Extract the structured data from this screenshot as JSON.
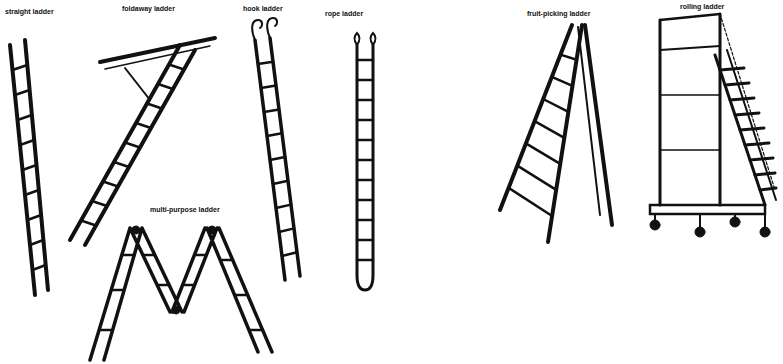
{
  "diagram": {
    "labels": [
      "straight ladder",
      "foldaway ladder",
      "hook ladder",
      "rope ladder",
      "multi-purpose ladder",
      "fruit-picking ladder",
      "rolling ladder"
    ]
  }
}
